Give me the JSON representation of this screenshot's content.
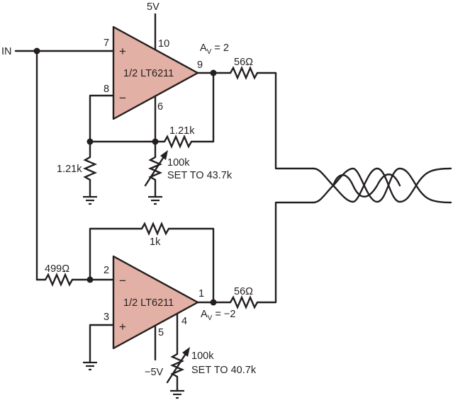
{
  "labels": {
    "vplus": "5V",
    "vminus": "−5V",
    "input": "IN",
    "gain_top": "A",
    "gain_top_sub": "V",
    "gain_top_val": " = 2",
    "gain_bot": "A",
    "gain_bot_sub": "V",
    "gain_bot_val": " = −2"
  },
  "amps": {
    "top": {
      "name": "1/2 LT6211",
      "plus": "+",
      "minus": "−",
      "pin_plus": "7",
      "pin_minus": "8",
      "pin_vcc": "10",
      "pin_vee": "6",
      "pin_out": "9"
    },
    "bottom": {
      "name": "1/2 LT6211",
      "plus": "+",
      "minus": "−",
      "pin_plus": "3",
      "pin_minus": "2",
      "pin_vee": "5",
      "pin_set": "4",
      "pin_out": "1"
    }
  },
  "resistors": {
    "r_out_top": "56Ω",
    "r_fb_top": "1.21k",
    "r_gnd_top": "1.21k",
    "rset_top_value": "100k",
    "rset_top_note": "SET TO 43.7k",
    "r_fb_bot": "1k",
    "r_in_bot": "499Ω",
    "r_out_bot": "56Ω",
    "rset_bot_value": "100k",
    "rset_bot_note": "SET TO 40.7k"
  }
}
